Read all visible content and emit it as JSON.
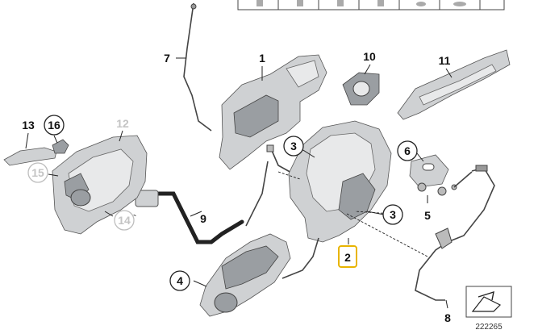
{
  "diagram_id": "222265",
  "highlight_color": "#e8b400",
  "callouts": [
    {
      "id": "c1",
      "label": "1"
    },
    {
      "id": "c2",
      "label": "2",
      "highlighted": true
    },
    {
      "id": "c3a",
      "label": "3"
    },
    {
      "id": "c3b",
      "label": "3"
    },
    {
      "id": "c4",
      "label": "4"
    },
    {
      "id": "c5",
      "label": "5"
    },
    {
      "id": "c6",
      "label": "6"
    },
    {
      "id": "c7",
      "label": "7"
    },
    {
      "id": "c8",
      "label": "8"
    },
    {
      "id": "c9",
      "label": "9"
    },
    {
      "id": "c10",
      "label": "10"
    },
    {
      "id": "c11",
      "label": "11"
    },
    {
      "id": "c12",
      "label": "12",
      "greyed": true
    },
    {
      "id": "c13",
      "label": "13"
    },
    {
      "id": "c14",
      "label": "14",
      "greyed": true
    },
    {
      "id": "c15",
      "label": "15",
      "greyed": true
    },
    {
      "id": "c16",
      "label": "16"
    }
  ]
}
